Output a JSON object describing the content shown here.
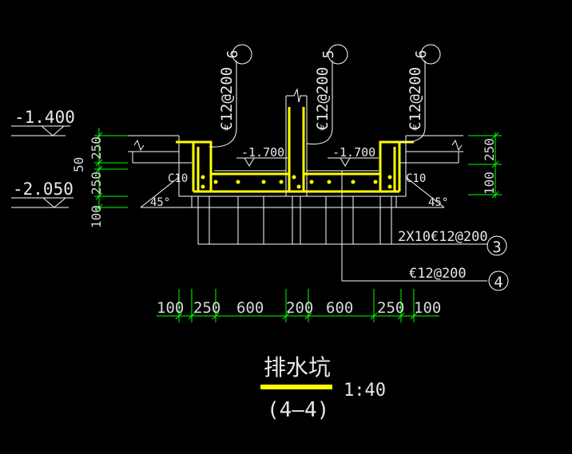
{
  "drawing": {
    "level_upper": "-1.400",
    "level_lower": "-2.050",
    "left_dims": [
      "250",
      "50",
      "250",
      "100"
    ],
    "right_dims": [
      "250",
      "100"
    ],
    "inner_level_left": "-1.700",
    "inner_level_right": "-1.700",
    "concrete_left": "C10",
    "concrete_right": "C10",
    "angle_left": "45°",
    "angle_right": "45°",
    "top_rebar": [
      {
        "spec": "€12@200",
        "mark": "6"
      },
      {
        "spec": "€12@200",
        "mark": "5"
      },
      {
        "spec": "€12@200",
        "mark": "6"
      }
    ],
    "callout_3": {
      "spec": "2X10€12@200",
      "mark": "3"
    },
    "callout_4": {
      "spec": "€12@200",
      "mark": "4"
    },
    "bottom_dims": [
      "100",
      "250",
      "600",
      "200",
      "600",
      "250",
      "100"
    ],
    "title": "排水坑",
    "section": "(4—4)",
    "scale": "1:40",
    "colors": {
      "background": "#000000",
      "rebar": "#ffff00",
      "dimension": "#00ff00",
      "line": "#ffffff"
    }
  }
}
